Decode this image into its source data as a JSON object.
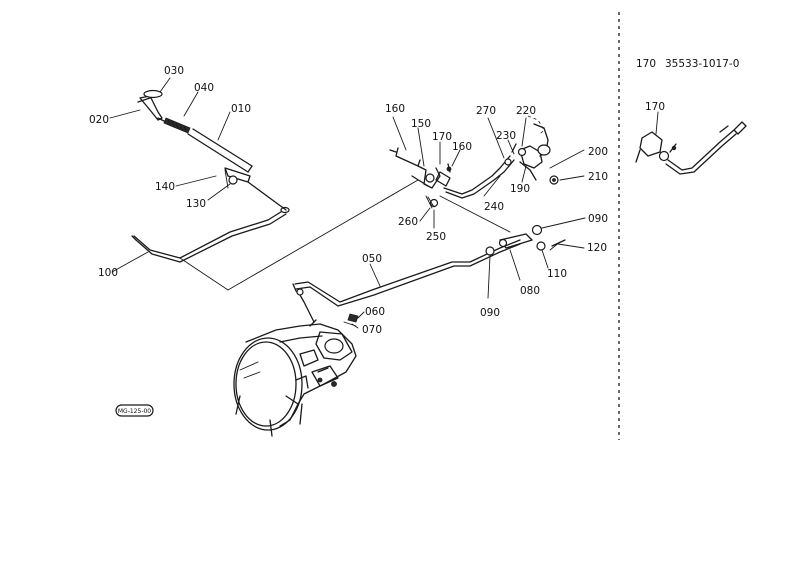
{
  "diagram": {
    "callouts": [
      "010",
      "020",
      "030",
      "040",
      "050",
      "060",
      "070",
      "080",
      "090",
      "090",
      "100",
      "110",
      "120",
      "130",
      "140",
      "150",
      "160",
      "160",
      "170",
      "190",
      "200",
      "210",
      "220",
      "230",
      "240",
      "250",
      "260",
      "270"
    ],
    "stamp": "MG-125-00"
  },
  "inset": {
    "header_part": "170",
    "header_number": "35533-1017-0",
    "callout": "170"
  }
}
